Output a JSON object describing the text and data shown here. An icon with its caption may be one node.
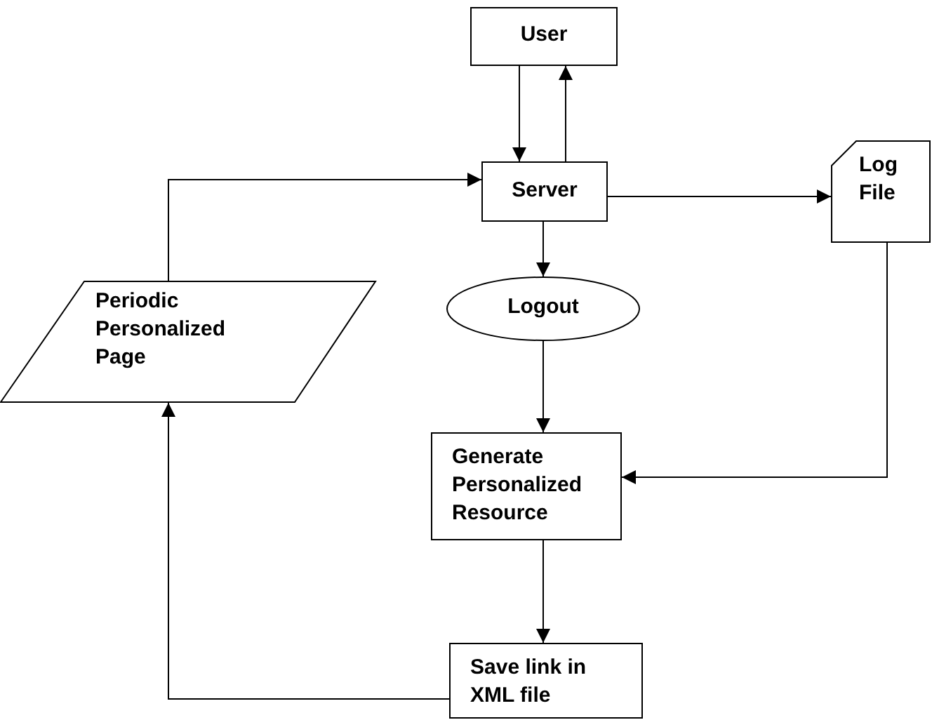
{
  "diagram": {
    "nodes": [
      {
        "text": [
          "User"
        ]
      },
      {
        "text": [
          "Server"
        ]
      },
      {
        "text": [
          "Log File"
        ]
      },
      {
        "text": [
          "Periodic Personalized Page"
        ]
      },
      {
        "text": [
          "Logout"
        ]
      },
      {
        "text": [
          "Generate Personalized Resource"
        ]
      },
      {
        "text": [
          "Save link in XML file"
        ]
      }
    ],
    "edges": [
      {
        "from": 0,
        "to": 1,
        "arrow": "to"
      },
      {
        "from": 1,
        "to": 0,
        "arrow": "to"
      },
      {
        "from": 1,
        "to": 2,
        "arrow": "to"
      },
      {
        "from": 1,
        "to": 4,
        "arrow": "to"
      },
      {
        "from": 4,
        "to": 5,
        "arrow": "to"
      },
      {
        "from": 2,
        "to": 5,
        "arrow": "to"
      },
      {
        "from": 5,
        "to": 6,
        "arrow": "to"
      },
      {
        "from": 6,
        "to": 3,
        "arrow": "to"
      },
      {
        "from": 3,
        "to": 1,
        "arrow": "to"
      }
    ]
  }
}
